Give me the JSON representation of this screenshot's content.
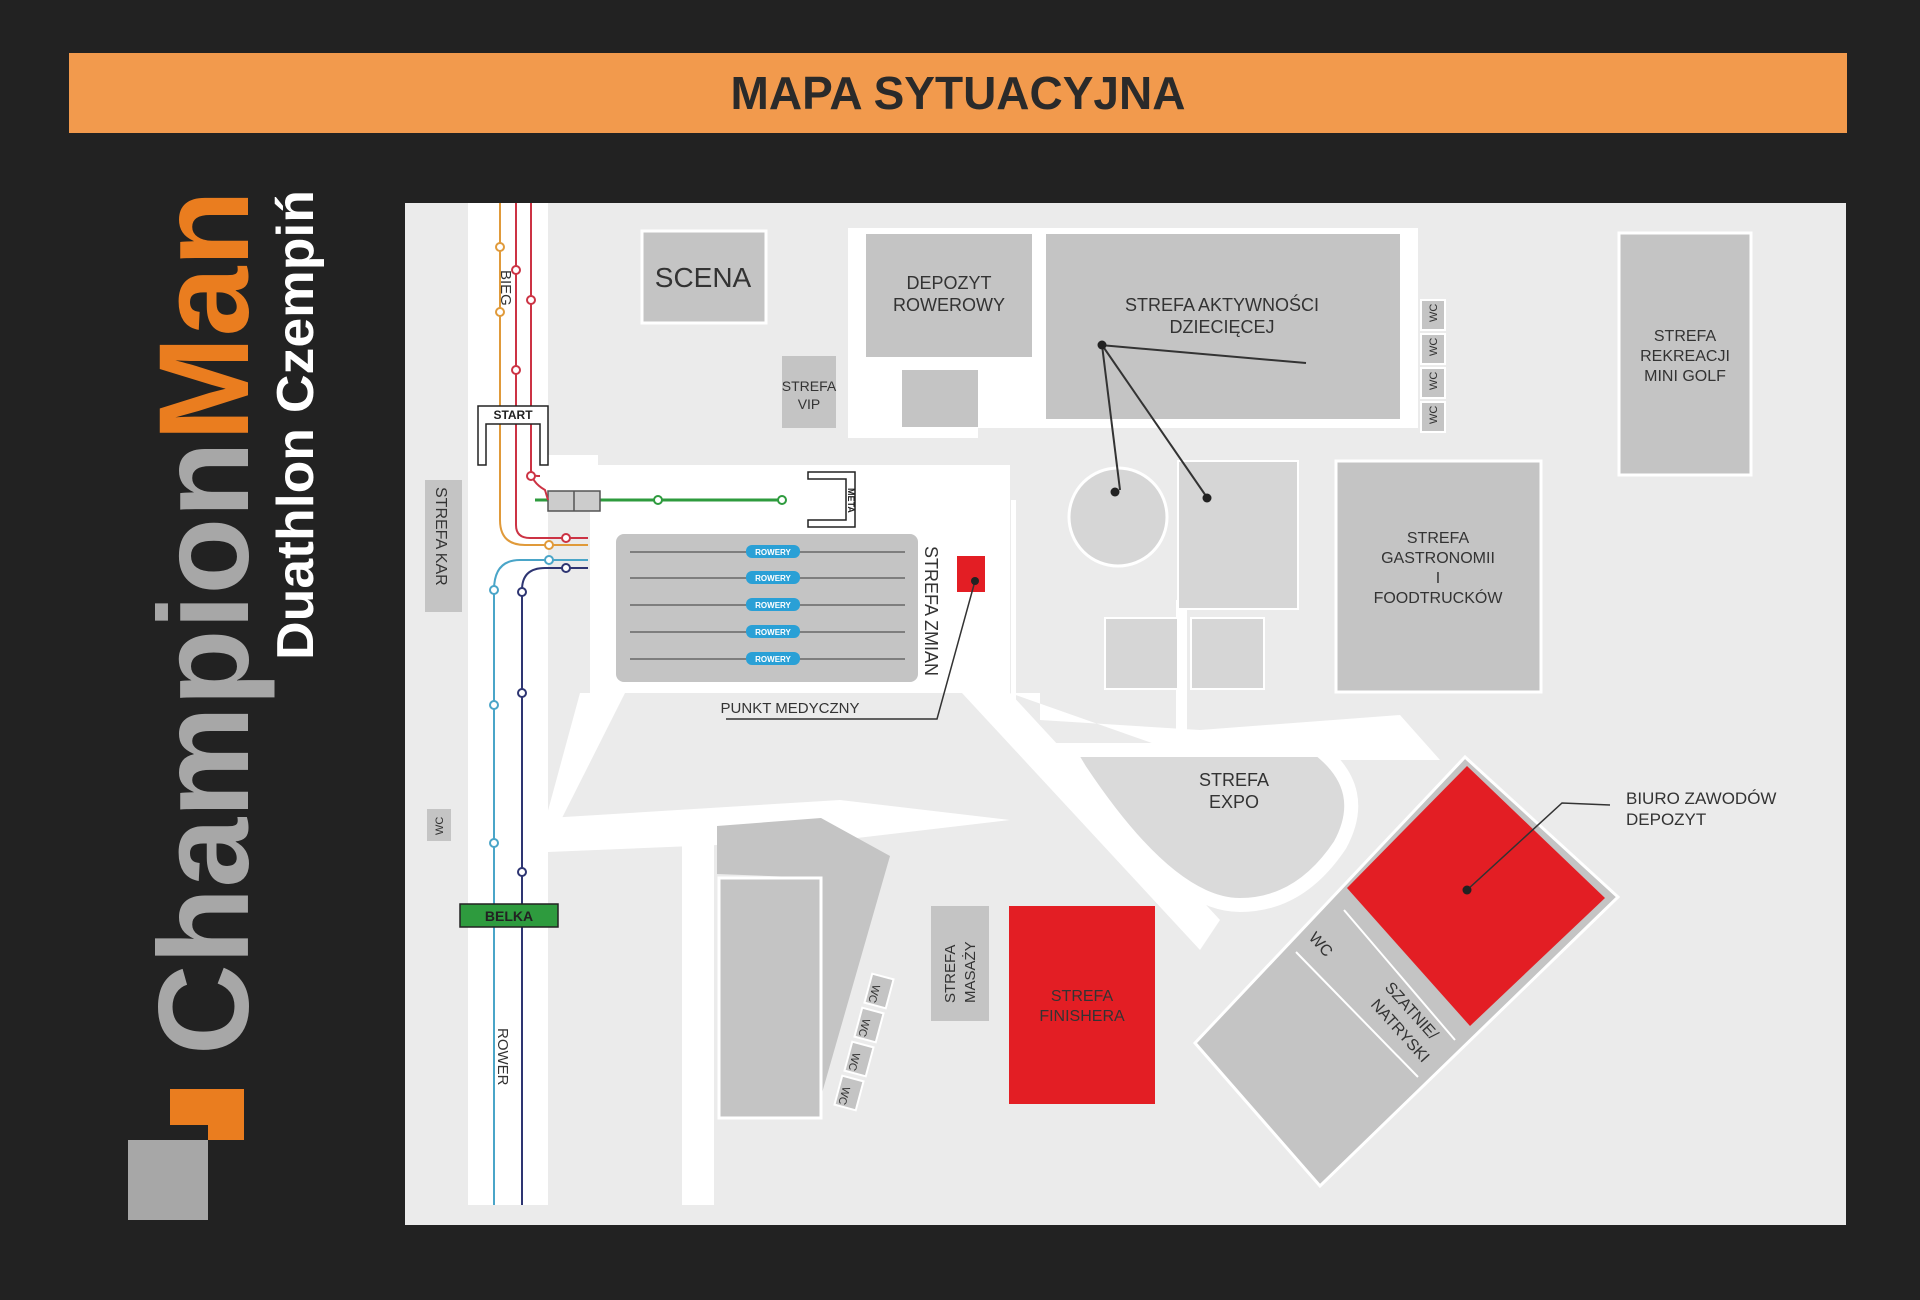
{
  "title": "MAPA SYTUACYJNA",
  "brand": {
    "champion": "Champion",
    "man": "Man",
    "subtitle": "Duathlon Czempiń"
  },
  "colors": {
    "background": "#222222",
    "banner": "#f29a4d",
    "brand_orange": "#ea7d1f",
    "brand_gray": "#a7a7a7",
    "map_bg": "#ebebeb",
    "zone_gray": "#c4c4c4",
    "highlight_red": "#e31e24",
    "run_route": "#e09a3a",
    "run_route_2": "#cc3344",
    "bike_route": "#4aa5c8",
    "bike_route_2": "#2e3572",
    "finish_route": "#2e9b3e"
  },
  "zones": {
    "scena": "SCENA",
    "depozyt_rowerowy": [
      "DEPOZYT",
      "ROWEROWY"
    ],
    "strefa_aktywnosci": [
      "STREFA AKTYWNOŚCI",
      "DZIECIĘCEJ"
    ],
    "strefa_rekreacji": [
      "STREFA",
      "REKREACJI",
      "MINI GOLF"
    ],
    "strefa_vip": [
      "STREFA",
      "VIP"
    ],
    "strefa_gastronomii": [
      "STREFA",
      "GASTRONOMII",
      "I",
      "FOODTRUCKÓW"
    ],
    "strefa_expo": [
      "STREFA",
      "EXPO"
    ],
    "biuro_zawodow": [
      "BIURO ZAWODÓW",
      "DEPOZYT"
    ],
    "strefa_finishera": [
      "STREFA",
      "FINISHERA"
    ],
    "strefa_masazy": [
      "STREFA",
      "MASAŻY"
    ],
    "strefa_kar": "STREFA KAR",
    "strefa_zmian": "STREFA ZMIAN",
    "punkt_medyczny": "PUNKT MEDYCZNY",
    "szatnie": [
      "SZATNIE/",
      "NATRYSKI"
    ],
    "wc": "WC"
  },
  "route_labels": {
    "bieg": "BIEG",
    "rower": "ROWER",
    "start": "START",
    "meta": "META",
    "belka": "BELKA",
    "rowery": "ROWERY"
  }
}
